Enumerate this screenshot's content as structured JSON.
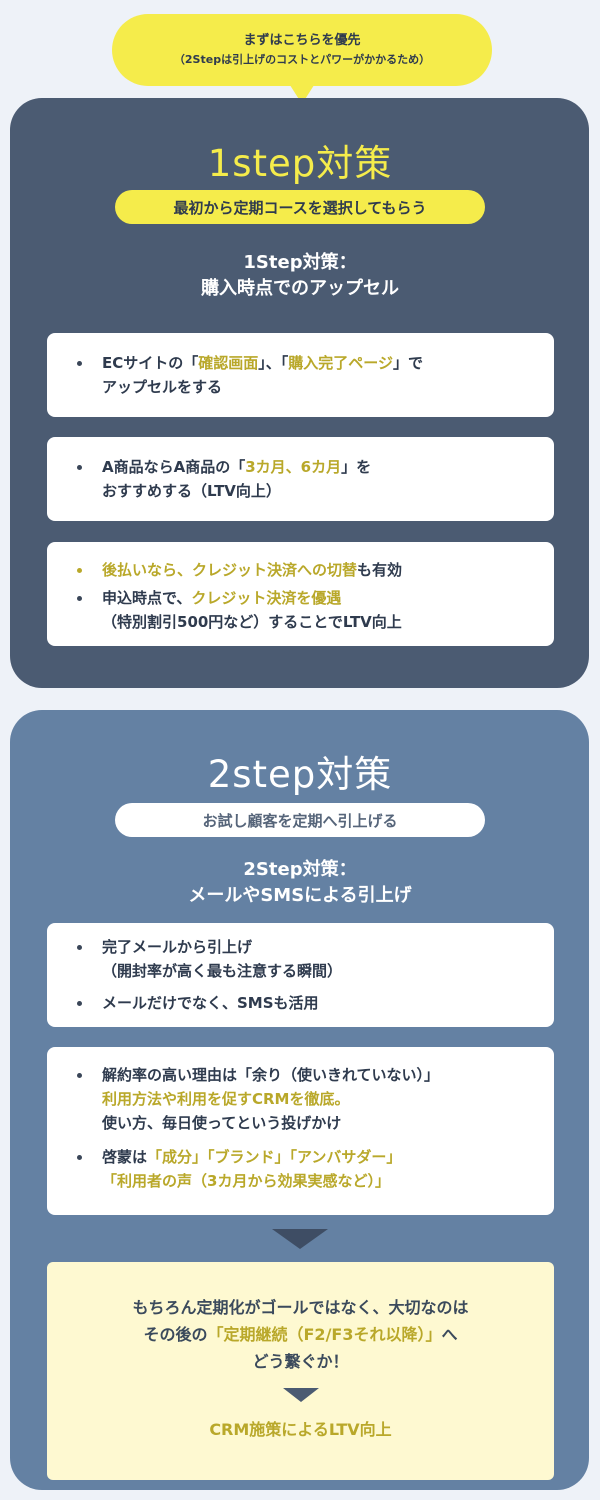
{
  "bubble": {
    "line1": "まずはこちらを優先",
    "line2": "（2Stepは引上げのコストとパワーがかかるため）"
  },
  "step1": {
    "title": "1step対策",
    "pill": "最初から定期コースを選択してもらう",
    "heading_line1": "1Step対策：",
    "heading_line2": "購入時点でのアップセル",
    "card1": {
      "b1_p1": "ECサイトの「",
      "b1_h1": "確認画面",
      "b1_p2": "」、「",
      "b1_h2": "購入完了ページ",
      "b1_p3": "」で",
      "b1_line2": "アップセルをする"
    },
    "card2": {
      "b1_p1": "A商品ならA商品の「",
      "b1_h1": "3カ月、6カ月",
      "b1_p2": "」を",
      "b1_line2": "おすすめする（LTV向上）"
    },
    "card3": {
      "b1_h1": "後払いなら、クレジット決済への切替",
      "b1_p1": "も有効",
      "b2_p1": "申込時点で、",
      "b2_h1": "クレジット決済を優遇",
      "b2_line2": "（特別割引500円など）することでLTV向上"
    }
  },
  "step2": {
    "title": "2step対策",
    "pill": "お試し顧客を定期へ引上げる",
    "heading_line1": "2Step対策：",
    "heading_line2": "メールやSMSによる引上げ",
    "card1": {
      "b1_line1": "完了メールから引上げ",
      "b1_line2": "（開封率が高く最も注意する瞬間）",
      "b2": "メールだけでなく、SMSも活用"
    },
    "card2": {
      "b1_line1": "解約率の高い理由は「余り（使いきれていない）」",
      "b1_line2": "利用方法や利用を促すCRMを徹底。",
      "b1_line3": "使い方、毎日使ってという投げかけ",
      "b2_p1": "啓蒙は",
      "b2_h1": "「成分」「ブランド」「アンバサダー」",
      "b2_line2": "「利用者の声（3カ月から効果実感など）」"
    }
  },
  "final": {
    "line1": "もちろん定期化がゴールではなく、大切なのは",
    "line2_p1": "その後の",
    "line2_h1": "「定期継続（F2/F3それ以降）」",
    "line2_p2": "へ",
    "line3": "どう繋ぐか！",
    "result": "CRM施策によるLTV向上"
  },
  "colors": {
    "accent_yellow": "#f5ec4b",
    "highlight_text": "#b9a82a",
    "panel1_bg": "#4b5b72",
    "panel2_bg": "#6481a3",
    "final_bg": "#fef9d1"
  }
}
